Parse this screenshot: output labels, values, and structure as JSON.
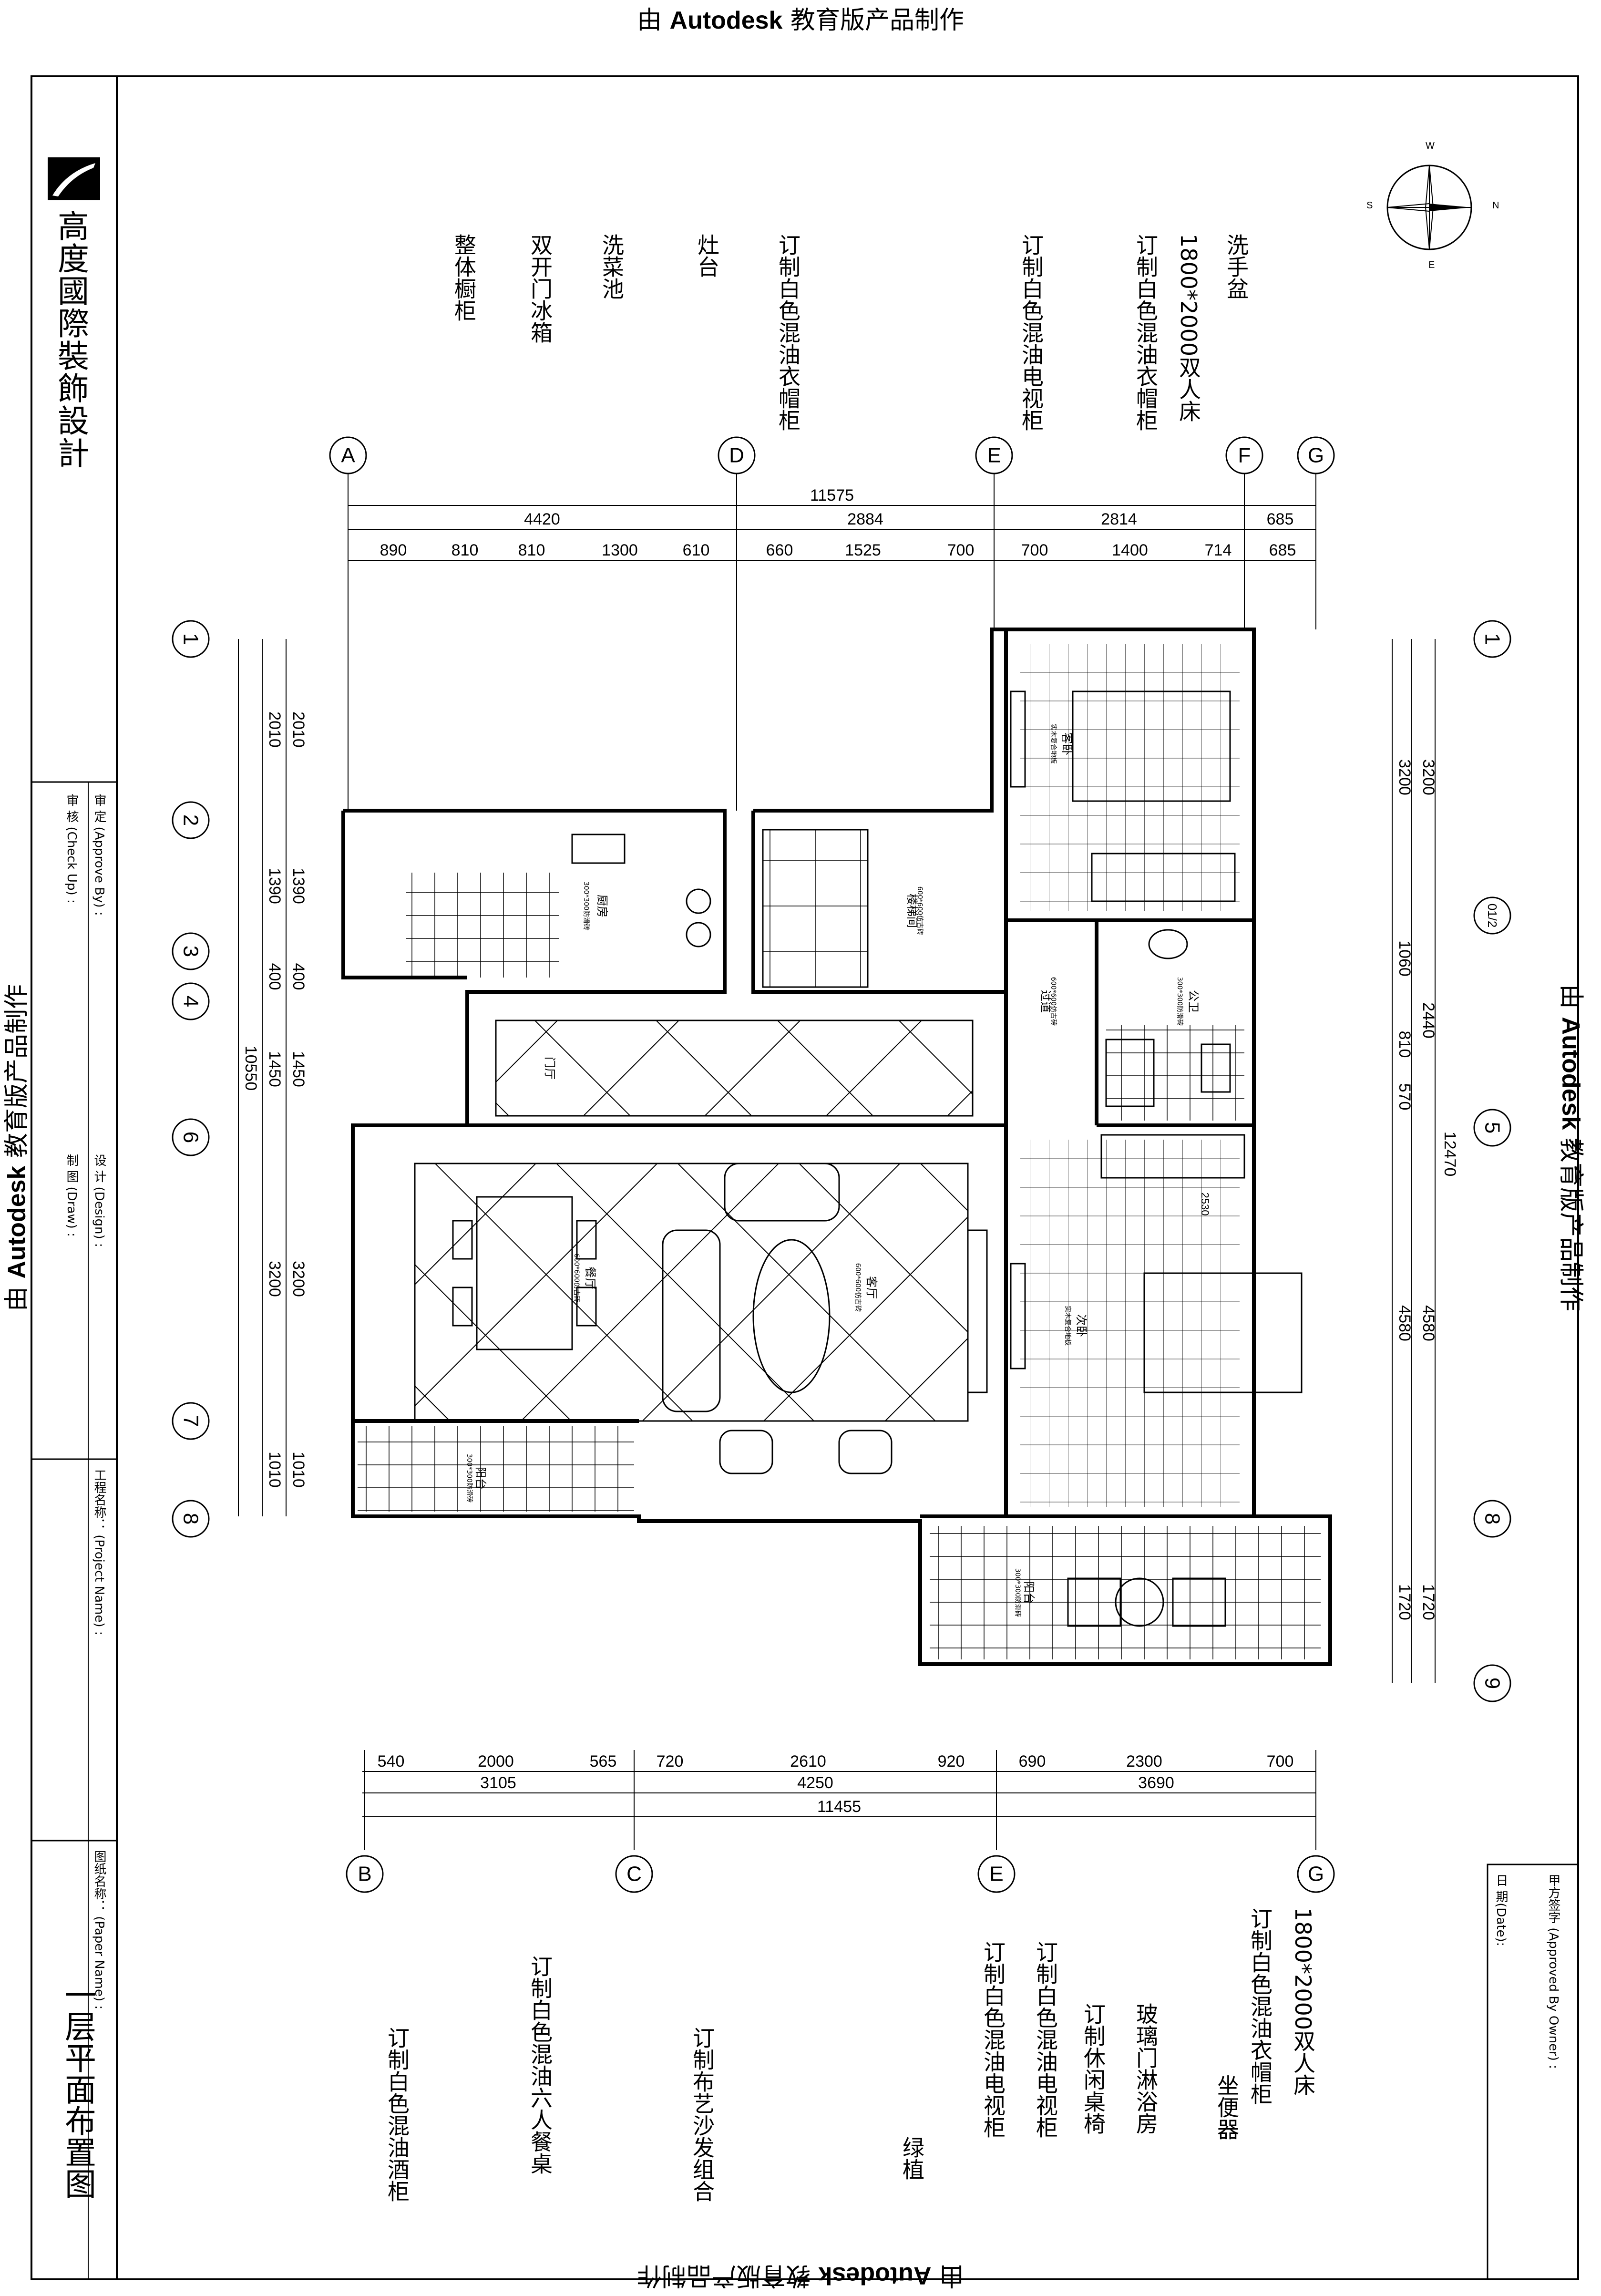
{
  "watermark": "由 Autodesk 教育版产品制作",
  "watermark_parts": {
    "pre": "由 ",
    "brand": "Autodesk",
    "post": " 教育版产品制作"
  },
  "company": "高度國際裝飾設計",
  "title_block": {
    "approve": "审 定 (Approve By) :",
    "check": "审 核 (Check Up) :",
    "design": "设 计 (Design) :",
    "draw": "制 图 (Draw) :",
    "project": "工程名称： (Project Name) :",
    "paper": "图纸名称： (Paper Name) :",
    "drawing_title": "一层平面布置图",
    "owner_sign": "甲方签字 (Approved By Owner) :",
    "date": "日 期(Date):"
  },
  "compass": {
    "n": "N",
    "s": "S",
    "e": "E",
    "w": "W"
  },
  "axes": {
    "top": [
      "A",
      "D",
      "E",
      "F",
      "G"
    ],
    "bottom": [
      "B",
      "C",
      "E",
      "G"
    ],
    "left": [
      "1",
      "2",
      "3",
      "4",
      "6",
      "7",
      "8"
    ],
    "right": [
      "1",
      "01/2",
      "5",
      "8",
      "9"
    ]
  },
  "dims_top": {
    "total": "11575",
    "mid": [
      "4420",
      "2884",
      "2814",
      "685"
    ],
    "detail": [
      "890",
      "810",
      "810",
      "1300",
      "610",
      "660",
      "1525",
      "700",
      "700",
      "1400",
      "714",
      "685"
    ]
  },
  "dims_bottom": {
    "detail": [
      "540",
      "2000",
      "565",
      "720",
      "2610",
      "920",
      "690",
      "2300",
      "700"
    ],
    "mid": [
      "3105",
      "4250",
      "3690"
    ],
    "total": "11455"
  },
  "dims_left": {
    "outer": [
      "2010",
      "1390",
      "400",
      "1450",
      "3200",
      "1010"
    ],
    "inner": [
      "2010",
      "1390",
      "400",
      "1450",
      "3200",
      "1010"
    ],
    "total": "10550"
  },
  "dims_right": {
    "outer": [
      "3200",
      "2440",
      "4580",
      "1720"
    ],
    "inner": [
      "3200",
      "1060",
      "810",
      "570",
      "4580",
      "1720"
    ],
    "total": "12470"
  },
  "labels_top": [
    "整体橱柜",
    "双开门冰箱",
    "洗菜池",
    "灶台",
    "订制白色混油衣帽柜",
    "订制白色混油电视柜",
    "订制白色混油衣帽柜",
    "1800*2000双人床",
    "洗手盆"
  ],
  "labels_bottom": [
    "订制白色混油酒柜",
    "订制白色混油六人餐桌",
    "订制布艺沙发组合",
    "绿植",
    "订制白色混油电视柜",
    "订制白色混油电视柜",
    "订制休闲桌椅",
    "玻璃门淋浴房",
    "坐便器",
    "1800*2000双人床",
    "订制白色混油衣帽柜"
  ],
  "rooms": {
    "kitchen": "厨房",
    "stair": "楼梯间",
    "corridor": "过道",
    "wc": "公卫",
    "foyer": "门厅",
    "dining": "餐厅",
    "living": "客厅",
    "bedroom1": "客卧",
    "bedroom2": "次卧",
    "balcony_w": "阳台",
    "balcony_e": "阳台"
  },
  "tile_notes": {
    "kitchen": "300*300防滑砖",
    "stair": "600*600仿古砖",
    "corridor": "600*600仿古砖",
    "wc": "300*300防滑砖",
    "dining": "600*600仿古砖",
    "living": "600*600仿古砖",
    "balcony_w": "300*300防滑砖",
    "balcony_e": "300*300防滑砖",
    "wood1": "实木复合地板",
    "wood2": "实木复合地板",
    "dim_2530": "2530"
  }
}
